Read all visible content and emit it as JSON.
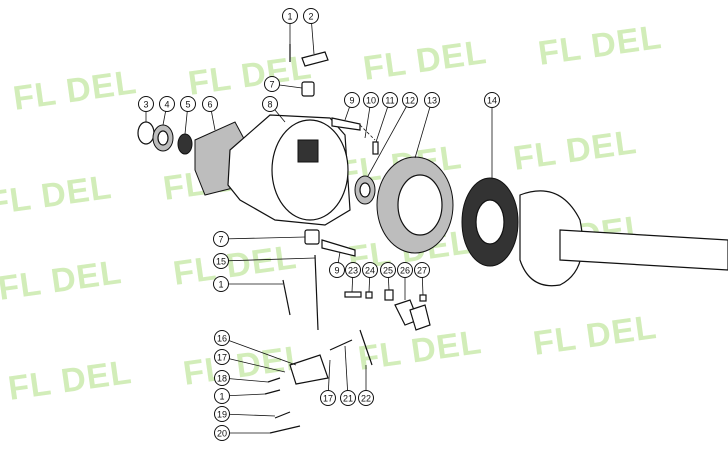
{
  "watermark": {
    "text": "FL DEL",
    "color": "#c4e8a2"
  },
  "highlight_color": "#c8d84a",
  "callouts": [
    {
      "label": "1"
    },
    {
      "label": "2"
    },
    {
      "label": "7"
    },
    {
      "label": "3"
    },
    {
      "label": "4"
    },
    {
      "label": "5"
    },
    {
      "label": "6"
    },
    {
      "label": "8"
    },
    {
      "label": "9"
    },
    {
      "label": "10"
    },
    {
      "label": "11"
    },
    {
      "label": "12"
    },
    {
      "label": "13"
    },
    {
      "label": "14"
    },
    {
      "label": "7"
    },
    {
      "label": "15"
    },
    {
      "label": "1"
    },
    {
      "label": "9"
    },
    {
      "label": "23"
    },
    {
      "label": "24"
    },
    {
      "label": "25"
    },
    {
      "label": "26",
      "highlighted": true
    },
    {
      "label": "27"
    },
    {
      "label": "16"
    },
    {
      "label": "17"
    },
    {
      "label": "18"
    },
    {
      "label": "1"
    },
    {
      "label": "19"
    },
    {
      "label": "20"
    },
    {
      "label": "17"
    },
    {
      "label": "21"
    },
    {
      "label": "22"
    }
  ]
}
